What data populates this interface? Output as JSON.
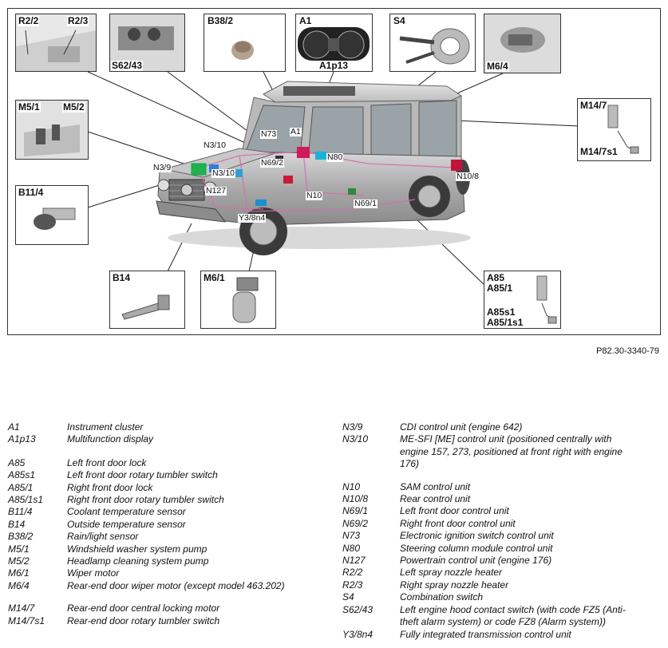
{
  "figure_ref": "P82.30-3340-79",
  "callouts": {
    "r22": "R2/2",
    "r23": "R2/3",
    "s6243": "S62/43",
    "b382": "B38/2",
    "a1": "A1",
    "a1p13": "A1p13",
    "s4": "S4",
    "m64": "M6/4",
    "m51": "M5/1",
    "m52": "M5/2",
    "m147": "M14/7",
    "m147s1": "M14/7s1",
    "b114": "B11/4",
    "b14": "B14",
    "m61": "M6/1",
    "a85": "A85",
    "a851": "A85/1",
    "a85s1": "A85s1",
    "a851s1": "A85/1s1"
  },
  "car_labels": {
    "n73": "N73",
    "a1": "A1",
    "n310a": "N3/10",
    "n692": "N69/2",
    "n80": "N80",
    "n39": "N3/9",
    "n310b": "N3/10",
    "n127": "N127",
    "n10": "N10",
    "n108": "N10/8",
    "n691": "N69/1",
    "y38n4": "Y3/8n4"
  },
  "legend_left": [
    {
      "code": "A1",
      "desc": "Instrument cluster"
    },
    {
      "code": "A1p13",
      "desc": "Multifunction display"
    },
    {
      "code": "A85",
      "desc": "Left front door lock"
    },
    {
      "code": "A85s1",
      "desc": "Left front door rotary tumbler switch"
    },
    {
      "code": "A85/1",
      "desc": "Right front door lock"
    },
    {
      "code": "A85/1s1",
      "desc": "Right front door rotary tumbler switch"
    },
    {
      "code": "B11/4",
      "desc": "Coolant temperature sensor"
    },
    {
      "code": "B14",
      "desc": "Outside temperature sensor"
    },
    {
      "code": "B38/2",
      "desc": "Rain/light sensor"
    },
    {
      "code": "M5/1",
      "desc": "Windshield washer system pump"
    },
    {
      "code": "M5/2",
      "desc": "Headlamp cleaning system pump"
    },
    {
      "code": "M6/1",
      "desc": "Wiper motor"
    },
    {
      "code": "M6/4",
      "desc": "Rear-end door wiper motor (except model 463.202)"
    },
    {
      "code": "M14/7",
      "desc": "Rear-end door central locking motor"
    },
    {
      "code": "M14/7s1",
      "desc": "Rear-end door rotary tumbler switch"
    }
  ],
  "legend_right": [
    {
      "code": "N3/9",
      "desc": "CDI control unit (engine 642)"
    },
    {
      "code": "N3/10",
      "desc": "ME-SFI [ME] control unit (positioned centrally with engine 157, 273, positioned at front right with engine 176)"
    },
    {
      "code": "N10",
      "desc": "SAM control unit"
    },
    {
      "code": "N10/8",
      "desc": "Rear control unit"
    },
    {
      "code": "N69/1",
      "desc": "Left front door control unit"
    },
    {
      "code": "N69/2",
      "desc": "Right front door control unit"
    },
    {
      "code": "N73",
      "desc": "Electronic ignition switch control unit"
    },
    {
      "code": "N80",
      "desc": "Steering column module control unit"
    },
    {
      "code": "N127",
      "desc": "Powertrain control unit (engine 176)"
    },
    {
      "code": "R2/2",
      "desc": "Left spray nozzle heater"
    },
    {
      "code": "R2/3",
      "desc": "Right spray nozzle heater"
    },
    {
      "code": "S4",
      "desc": "Combination switch"
    },
    {
      "code": "S62/43",
      "desc": "Left engine hood contact switch (with code FZ5 (Anti-theft alarm system) or code FZ8 (Alarm system))"
    },
    {
      "code": "Y3/8n4",
      "desc": "Fully integrated transmission control unit"
    }
  ]
}
